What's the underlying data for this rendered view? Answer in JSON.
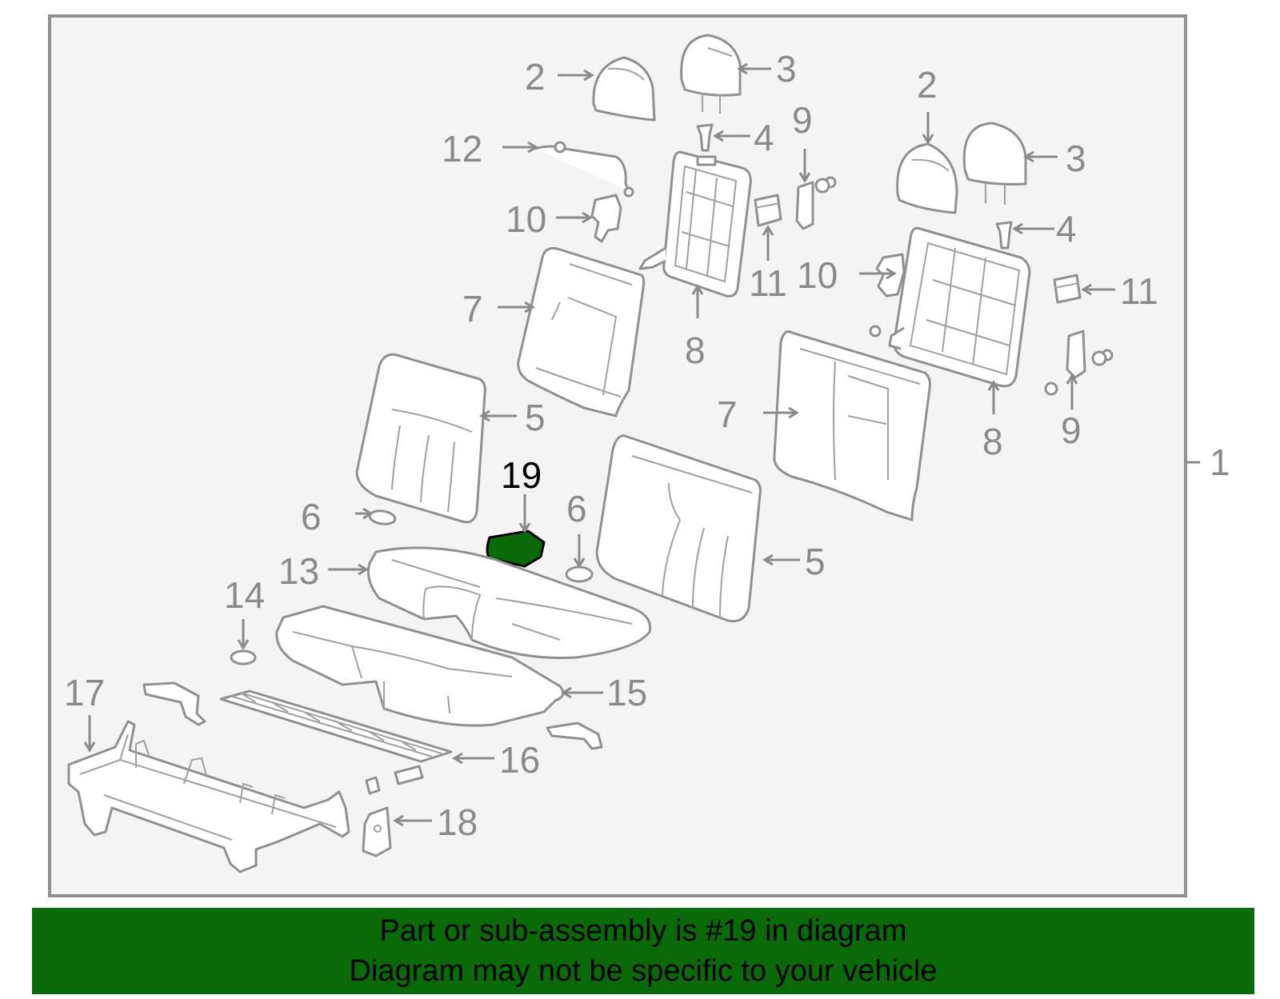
{
  "diagram": {
    "colors": {
      "frame": "#909090",
      "line": "#909090",
      "label": "#8a8a8a",
      "highlight_fill": "#0a6a0a",
      "banner_bg": "#0a6a0a"
    },
    "highlighted_part": "19",
    "labels": {
      "l1": "1",
      "l2a": "2",
      "l2b": "2",
      "l3a": "3",
      "l3b": "3",
      "l4a": "4",
      "l4b": "4",
      "l5a": "5",
      "l5b": "5",
      "l6a": "6",
      "l6b": "6",
      "l7a": "7",
      "l7b": "7",
      "l8a": "8",
      "l8b": "8",
      "l9a": "9",
      "l9b": "9",
      "l10a": "10",
      "l10b": "10",
      "l11a": "11",
      "l11b": "11",
      "l12": "12",
      "l13": "13",
      "l14": "14",
      "l15": "15",
      "l16": "16",
      "l17": "17",
      "l18": "18",
      "l19": "19"
    }
  },
  "banner": {
    "line1": "Part or sub-assembly is #19 in diagram",
    "line2": "Diagram may not be specific to your vehicle"
  }
}
